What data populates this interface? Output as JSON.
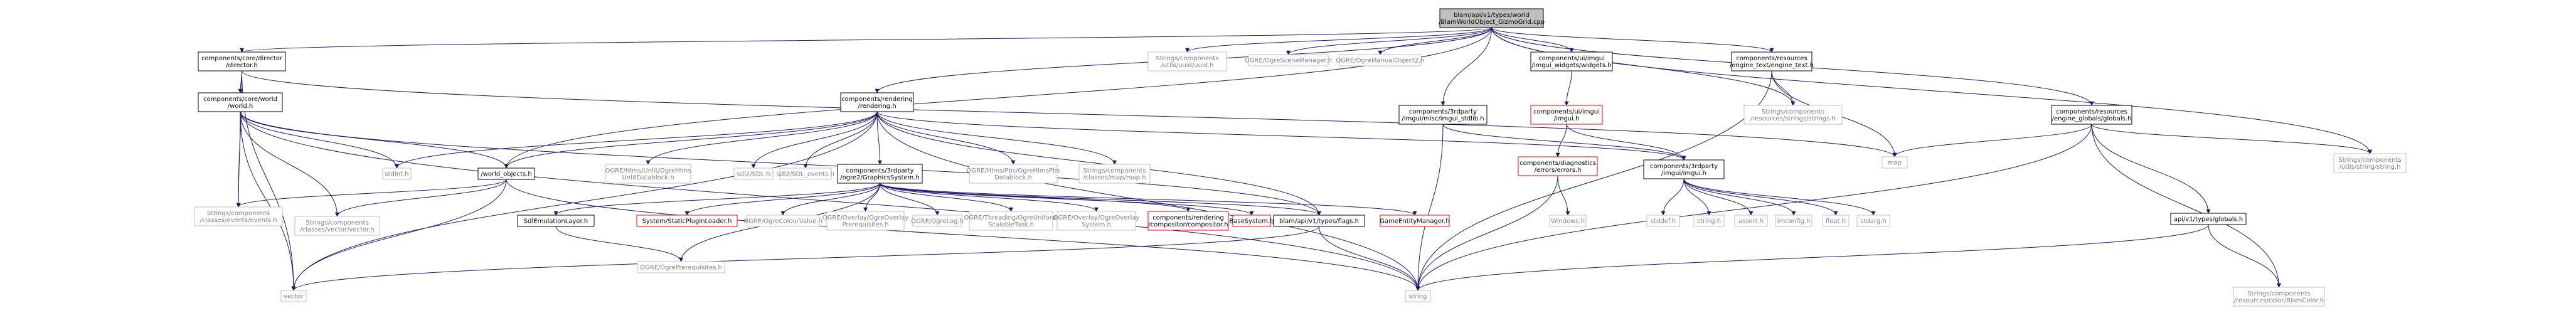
{
  "colors": {
    "edge": "#191970",
    "node_border": "#bfbfbf",
    "text_default": "#000000",
    "text_system": "#808080",
    "root_fill": "#bfbfbf",
    "root_border": "#000000",
    "missing_border": "#ff0000"
  },
  "nodes": [
    {
      "id": "root",
      "kind": "root",
      "lines": [
        "blam/api/v1/types/world",
        "/BlamWorldObject_GizmoGrid.cpp"
      ]
    },
    {
      "id": "director",
      "kind": "normal",
      "lines": [
        "components/core/director",
        "/director.h"
      ]
    },
    {
      "id": "uuid",
      "kind": "system",
      "lines": [
        "Strings/components",
        "/utils/uuid/uuid.h"
      ]
    },
    {
      "id": "scenemgr",
      "kind": "system",
      "lines": [
        "OGRE/OgreSceneManager.h"
      ]
    },
    {
      "id": "manual",
      "kind": "system",
      "lines": [
        "OGRE/OgreManualObject2.h"
      ]
    },
    {
      "id": "imgui_widgets",
      "kind": "normal",
      "lines": [
        "components/ui/imgui",
        "/imgui_widgets/widgets.h"
      ]
    },
    {
      "id": "engine_text",
      "kind": "normal",
      "lines": [
        "components/resources",
        "/engine_text/engine_text.h"
      ]
    },
    {
      "id": "core_world",
      "kind": "normal",
      "lines": [
        "components/core/world",
        "/world.h"
      ]
    },
    {
      "id": "rendering",
      "kind": "normal",
      "lines": [
        "components/rendering",
        "/rendering.h"
      ]
    },
    {
      "id": "imgui_stdlib",
      "kind": "normal",
      "lines": [
        "components/3rdparty",
        "/imgui/misc/imgui_stdlib.h"
      ]
    },
    {
      "id": "ui_imgui",
      "kind": "missing",
      "lines": [
        "components/ui/imgui",
        "/imgui.h"
      ]
    },
    {
      "id": "strings_strings",
      "kind": "system",
      "lines": [
        "Strings/components",
        "/resources/strings/strings.h"
      ]
    },
    {
      "id": "engine_globals",
      "kind": "normal",
      "lines": [
        "components/resources",
        "/engine_globals/globals.h"
      ]
    },
    {
      "id": "stdint",
      "kind": "system",
      "lines": [
        "stdint.h"
      ]
    },
    {
      "id": "world_objects",
      "kind": "normal",
      "lines": [
        "/world_objects.h"
      ]
    },
    {
      "id": "hlms_unlit",
      "kind": "system",
      "lines": [
        "OGRE/Hlms/Unlit/OgreHlms",
        "UnlitDatablock.h"
      ]
    },
    {
      "id": "sdl2_sdl",
      "kind": "system",
      "lines": [
        "sdl2/SDL.h"
      ]
    },
    {
      "id": "sdl2_events",
      "kind": "system",
      "lines": [
        "sdl2/SDL_events.h"
      ]
    },
    {
      "id": "graphics_system",
      "kind": "normal",
      "lines": [
        "components/3rdparty",
        "/ogre2/GraphicsSystem.h"
      ]
    },
    {
      "id": "hlms_pbs",
      "kind": "system",
      "lines": [
        "OGRE/Hlms/Pbs/OgreHlmsPbs",
        "Datablock.h"
      ]
    },
    {
      "id": "map_h",
      "kind": "system",
      "lines": [
        "Strings/components",
        "/classes/map/map.h"
      ]
    },
    {
      "id": "diag_errors",
      "kind": "missing",
      "lines": [
        "components/diagnostics",
        "/errors/errors.h"
      ]
    },
    {
      "id": "tp_imgui",
      "kind": "normal",
      "lines": [
        "components/3rdparty",
        "/imgui/imgui.h"
      ]
    },
    {
      "id": "map",
      "kind": "system",
      "lines": [
        "map"
      ]
    },
    {
      "id": "string_str",
      "kind": "system",
      "lines": [
        "Strings/components",
        "/utils/string/string.h"
      ]
    },
    {
      "id": "events_h",
      "kind": "system",
      "lines": [
        "Strings/components",
        "/classes/events/events.h"
      ]
    },
    {
      "id": "vector_h",
      "kind": "system",
      "lines": [
        "Strings/components",
        "/classes/vector/vector.h"
      ]
    },
    {
      "id": "sdlemu",
      "kind": "normal",
      "lines": [
        "SdlEmulationLayer.h"
      ]
    },
    {
      "id": "static_plugin",
      "kind": "missing",
      "lines": [
        "System/StaticPluginLoader.h"
      ]
    },
    {
      "id": "colour_value",
      "kind": "system",
      "lines": [
        "OGRE/OgreColourValue.h"
      ]
    },
    {
      "id": "overlay_prereq",
      "kind": "system",
      "lines": [
        "OGRE/Overlay/OgreOverlay",
        "Prerequisites.h"
      ]
    },
    {
      "id": "ogre_log",
      "kind": "system",
      "lines": [
        "OGRE/OgreLog.h"
      ]
    },
    {
      "id": "threading",
      "kind": "system",
      "lines": [
        "OGRE/Threading/OgreUniform",
        "ScalableTask.h"
      ]
    },
    {
      "id": "overlay_system",
      "kind": "system",
      "lines": [
        "OGRE/Overlay/OgreOverlay",
        "System.h"
      ]
    },
    {
      "id": "compositor",
      "kind": "missing",
      "lines": [
        "components/rendering",
        "/compositor/compositor.h"
      ]
    },
    {
      "id": "base_system",
      "kind": "missing",
      "lines": [
        "BaseSystem.h"
      ]
    },
    {
      "id": "blam_flags",
      "kind": "normal",
      "lines": [
        "blam/api/v1/types/flags.h"
      ]
    },
    {
      "id": "game_entity",
      "kind": "missing",
      "lines": [
        "GameEntityManager.h"
      ]
    },
    {
      "id": "windows",
      "kind": "system",
      "lines": [
        "Windows.h"
      ]
    },
    {
      "id": "stddef",
      "kind": "system",
      "lines": [
        "stddef.h"
      ]
    },
    {
      "id": "string_h",
      "kind": "system",
      "lines": [
        "string.h"
      ]
    },
    {
      "id": "assert",
      "kind": "system",
      "lines": [
        "assert.h"
      ]
    },
    {
      "id": "imconfig",
      "kind": "system",
      "lines": [
        "imconfig.h"
      ]
    },
    {
      "id": "float",
      "kind": "system",
      "lines": [
        "float.h"
      ]
    },
    {
      "id": "stdarg",
      "kind": "system",
      "lines": [
        "stdarg.h"
      ]
    },
    {
      "id": "api_globals",
      "kind": "normal",
      "lines": [
        "api/v1/types/globals.h"
      ]
    },
    {
      "id": "ogre_prereq",
      "kind": "system",
      "lines": [
        "OGRE/OgrePrerequisites.h"
      ]
    },
    {
      "id": "vector",
      "kind": "system",
      "lines": [
        "vector"
      ]
    },
    {
      "id": "string",
      "kind": "system",
      "lines": [
        "string"
      ]
    },
    {
      "id": "blam_color",
      "kind": "system",
      "lines": [
        "Strings/components",
        "/resources/color/BlamColor.h"
      ]
    }
  ],
  "edges": [
    [
      "root",
      "director"
    ],
    [
      "root",
      "uuid"
    ],
    [
      "root",
      "scenemgr"
    ],
    [
      "root",
      "manual"
    ],
    [
      "root",
      "imgui_widgets"
    ],
    [
      "root",
      "engine_text"
    ],
    [
      "root",
      "rendering"
    ],
    [
      "root",
      "imgui_stdlib"
    ],
    [
      "root",
      "engine_globals"
    ],
    [
      "root",
      "strings_strings"
    ],
    [
      "root",
      "world_objects"
    ],
    [
      "root",
      "string_str"
    ],
    [
      "director",
      "core_world"
    ],
    [
      "director",
      "events_h"
    ],
    [
      "director",
      "vector"
    ],
    [
      "director",
      "map"
    ],
    [
      "core_world",
      "stdint"
    ],
    [
      "core_world",
      "world_objects"
    ],
    [
      "core_world",
      "events_h"
    ],
    [
      "core_world",
      "vector_h"
    ],
    [
      "core_world",
      "vector"
    ],
    [
      "core_world",
      "string"
    ],
    [
      "core_world",
      "blam_flags"
    ],
    [
      "world_objects",
      "events_h"
    ],
    [
      "world_objects",
      "vector_h"
    ],
    [
      "world_objects",
      "vector"
    ],
    [
      "world_objects",
      "string"
    ],
    [
      "rendering",
      "stdint"
    ],
    [
      "rendering",
      "world_objects"
    ],
    [
      "rendering",
      "hlms_unlit"
    ],
    [
      "rendering",
      "sdl2_sdl"
    ],
    [
      "rendering",
      "sdl2_events"
    ],
    [
      "rendering",
      "graphics_system"
    ],
    [
      "rendering",
      "hlms_pbs"
    ],
    [
      "rendering",
      "map_h"
    ],
    [
      "rendering",
      "tp_imgui"
    ],
    [
      "rendering",
      "blam_flags"
    ],
    [
      "rendering",
      "vector"
    ],
    [
      "rendering",
      "string"
    ],
    [
      "graphics_system",
      "sdlemu"
    ],
    [
      "graphics_system",
      "static_plugin"
    ],
    [
      "graphics_system",
      "colour_value"
    ],
    [
      "graphics_system",
      "overlay_prereq"
    ],
    [
      "graphics_system",
      "ogre_log"
    ],
    [
      "graphics_system",
      "threading"
    ],
    [
      "graphics_system",
      "overlay_system"
    ],
    [
      "graphics_system",
      "compositor"
    ],
    [
      "graphics_system",
      "base_system"
    ],
    [
      "graphics_system",
      "blam_flags"
    ],
    [
      "graphics_system",
      "game_entity"
    ],
    [
      "graphics_system",
      "ogre_prereq"
    ],
    [
      "sdlemu",
      "ogre_prereq"
    ],
    [
      "blam_flags",
      "vector"
    ],
    [
      "blam_flags",
      "string"
    ],
    [
      "imgui_widgets",
      "ui_imgui"
    ],
    [
      "ui_imgui",
      "diag_errors"
    ],
    [
      "ui_imgui",
      "tp_imgui"
    ],
    [
      "imgui_stdlib",
      "tp_imgui"
    ],
    [
      "imgui_stdlib",
      "string"
    ],
    [
      "diag_errors",
      "windows"
    ],
    [
      "diag_errors",
      "string"
    ],
    [
      "tp_imgui",
      "stddef"
    ],
    [
      "tp_imgui",
      "string_h"
    ],
    [
      "tp_imgui",
      "assert"
    ],
    [
      "tp_imgui",
      "imconfig"
    ],
    [
      "tp_imgui",
      "float"
    ],
    [
      "tp_imgui",
      "stdarg"
    ],
    [
      "engine_text",
      "strings_strings"
    ],
    [
      "engine_text",
      "map"
    ],
    [
      "engine_text",
      "string"
    ],
    [
      "engine_globals",
      "map"
    ],
    [
      "engine_globals",
      "string_str"
    ],
    [
      "engine_globals",
      "api_globals"
    ],
    [
      "engine_globals",
      "blam_color"
    ],
    [
      "engine_globals",
      "string"
    ],
    [
      "api_globals",
      "blam_color"
    ],
    [
      "api_globals",
      "string"
    ]
  ]
}
